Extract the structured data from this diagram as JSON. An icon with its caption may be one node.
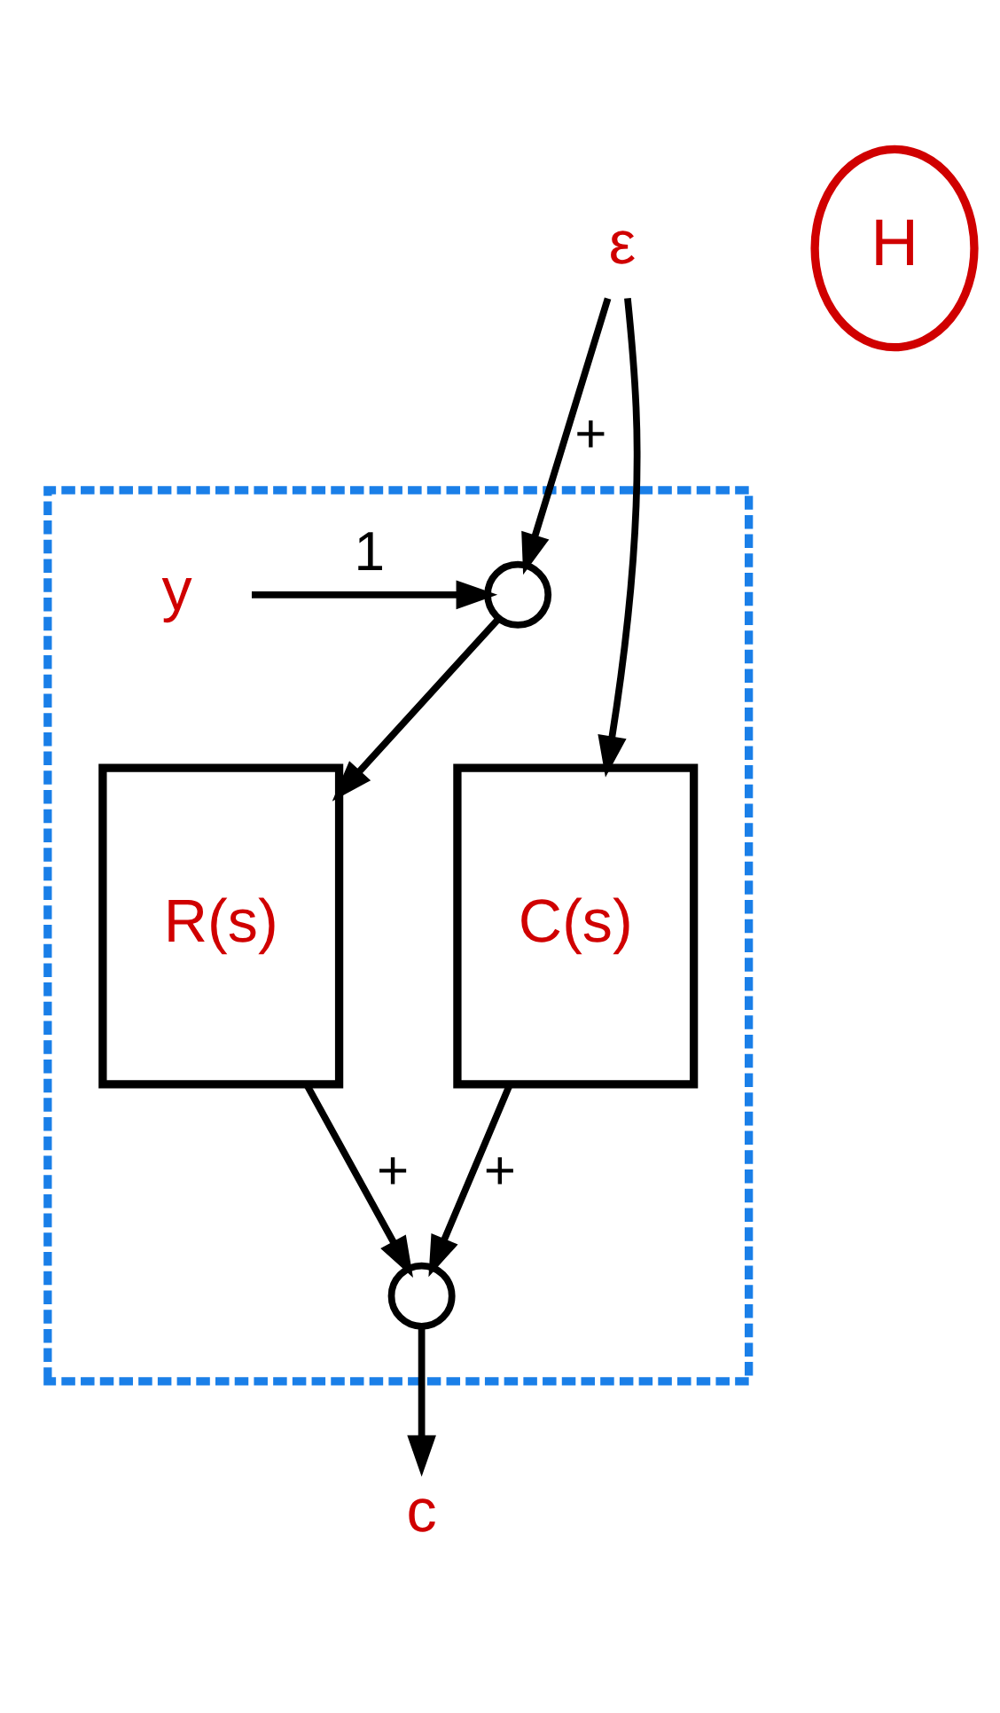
{
  "diagram": {
    "nodes": [
      {
        "text": [],
        "shape": "box"
      },
      {
        "text": [
          "ε"
        ]
      },
      {
        "text": [
          "y"
        ],
        "in": 0
      },
      {
        "text": [],
        "shape": "circle",
        "in": 0
      },
      {
        "text": [
          "R(s)"
        ],
        "in": 0
      },
      {
        "text": [
          "C(s)"
        ],
        "in": 0
      },
      {
        "text": [],
        "shape": "circle",
        "in": 0
      },
      {
        "text": [
          "c"
        ]
      },
      {
        "text": [
          "H"
        ]
      }
    ],
    "edges": [
      {
        "from": 1,
        "to": 3,
        "arrow": "to",
        "label": "+"
      },
      {
        "from": 1,
        "to": 5,
        "arrow": "to"
      },
      {
        "from": 2,
        "to": 3,
        "arrow": "to",
        "label": "1"
      },
      {
        "from": 3,
        "to": 4,
        "arrow": "to"
      },
      {
        "from": 4,
        "to": 6,
        "arrow": "to",
        "label": "+"
      },
      {
        "from": 5,
        "to": 6,
        "arrow": "to",
        "label": "+"
      },
      {
        "from": 6,
        "to": 7,
        "arrow": "to"
      }
    ]
  }
}
